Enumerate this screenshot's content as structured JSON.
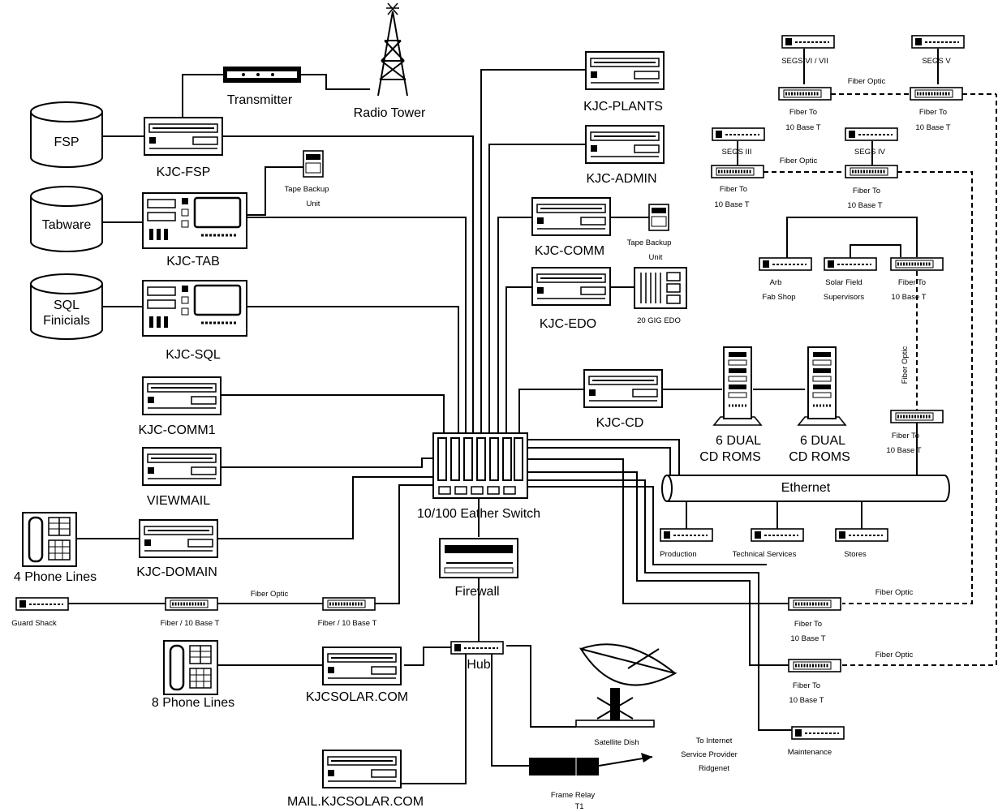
{
  "diagram": {
    "storage": {
      "fsp": "FSP",
      "tabware": "Tabware",
      "sql_line1": "SQL",
      "sql_line2": "Finicials"
    },
    "transmitter": "Transmitter",
    "radio_tower": "Radio Tower",
    "servers": {
      "kjc_fsp": "KJC-FSP",
      "kjc_tab": "KJC-TAB",
      "kjc_sql": "KJC-SQL",
      "kjc_comm1": "KJC-COMM1",
      "viewmail": "VIEWMAIL",
      "kjc_domain": "KJC-DOMAIN",
      "kjc_plants": "KJC-PLANTS",
      "kjc_admin": "KJC-ADMIN",
      "kjc_comm": "KJC-COMM",
      "kjc_edo": "KJC-EDO",
      "kjc_cd": "KJC-CD",
      "kjcsolar": "KJCSOLAR.COM",
      "mail": "MAIL.KJCSOLAR.COM"
    },
    "tape_backup_1": {
      "line1": "Tape Backup",
      "line2": "Unit"
    },
    "tape_backup_2": {
      "line1": "Tape Backup",
      "line2": "Unit"
    },
    "edo_storage": "20 GIG EDO",
    "cd_tower_1": {
      "line1": "6 DUAL",
      "line2": "CD ROMS"
    },
    "cd_tower_2": {
      "line1": "6 DUAL",
      "line2": "CD ROMS"
    },
    "phones": {
      "four": "4 Phone Lines",
      "eight": "8 Phone Lines"
    },
    "switch": "10/100 Eather Switch",
    "firewall": "Firewall",
    "hub": "Hub",
    "ethernet": "Ethernet",
    "ethernet_nodes": {
      "production": "Production",
      "technical": "Technical Services",
      "stores": "Stores"
    },
    "guard_shack": "Guard Shack",
    "fiber_optic": "Fiber Optic",
    "fiber_10baset_short": "Fiber / 10 Base T",
    "fiber_to": "Fiber To",
    "ten_base_t": "10 Base T",
    "segs": {
      "vi_vii": "SEGS VI / VII",
      "v": "SEGS V",
      "iii": "SEGS III",
      "iv": "SEGS IV"
    },
    "arb_fab": {
      "line1": "Arb",
      "line2": "Fab Shop"
    },
    "solar_field": {
      "line1": "Solar Field",
      "line2": "Supervisors"
    },
    "maintenance": "Maintenance",
    "satellite": "Satellite Dish",
    "frame_relay": {
      "line1": "Frame Relay",
      "line2": "T1"
    },
    "isp": {
      "line1": "To Internet",
      "line2": "Service Provider",
      "line3": "Ridgenet"
    }
  }
}
